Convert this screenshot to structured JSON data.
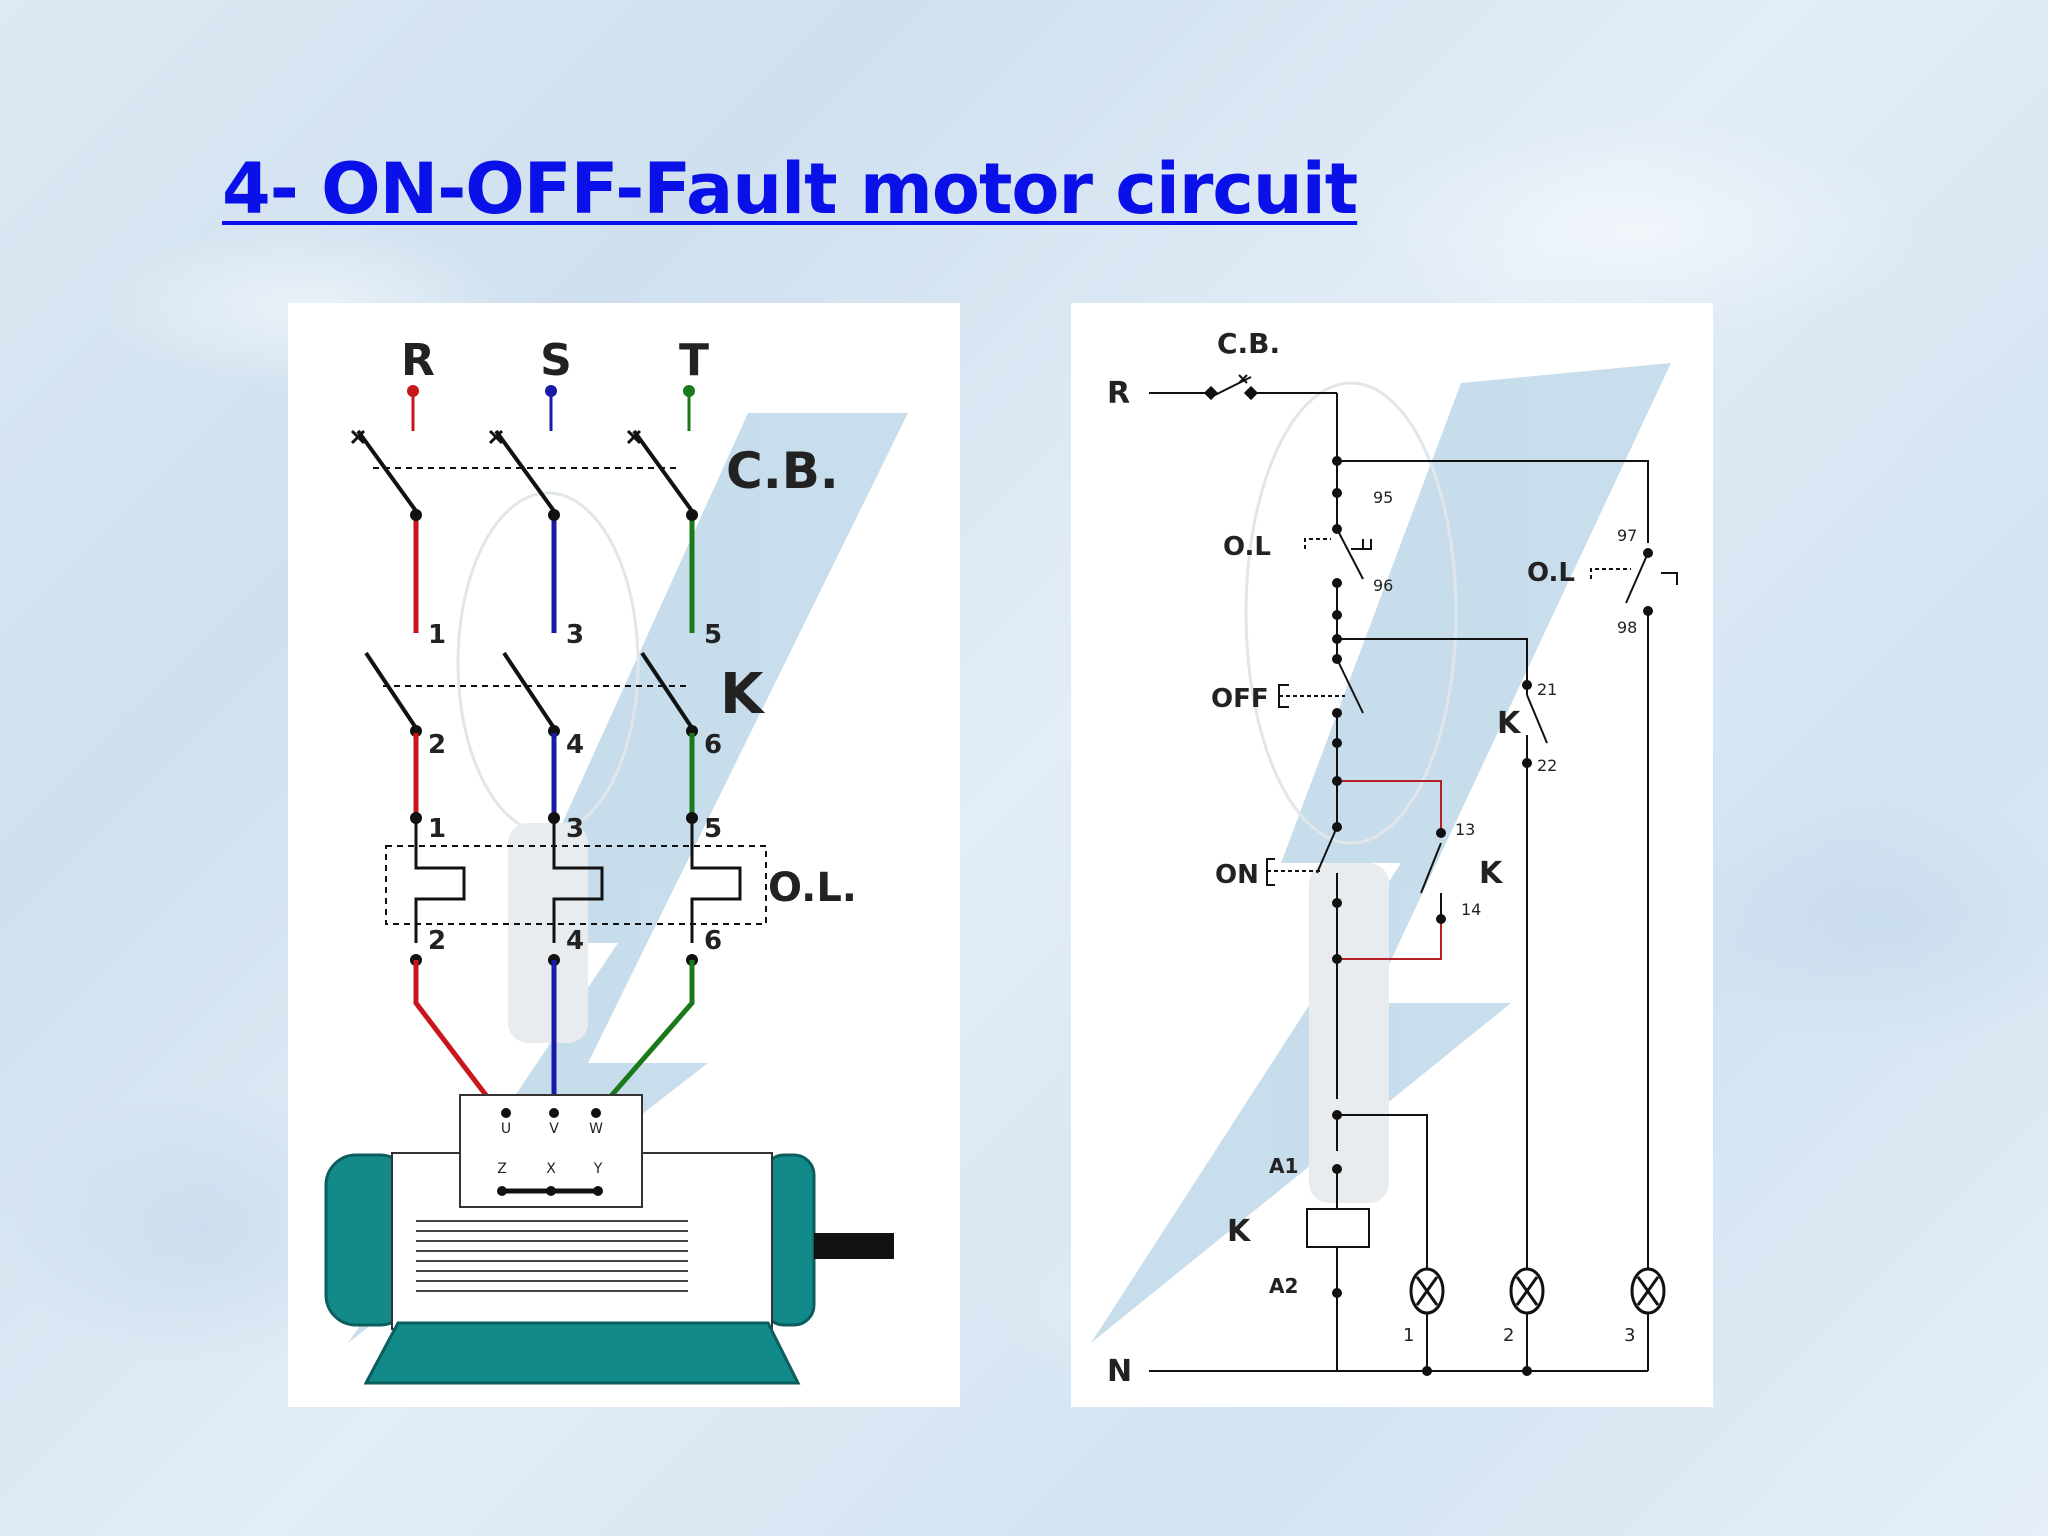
{
  "slide": {
    "title": "4- ON-OFF-Fault motor circuit"
  },
  "power_circuit": {
    "phases": [
      "R",
      "S",
      "T"
    ],
    "phase_colors": [
      "#c8161c",
      "#1a1aa8",
      "#1a7a1a"
    ],
    "breaker_label": "C.B.",
    "contactor_label": "K",
    "overload_label": "O.L.",
    "contactor_top_terminals": [
      "1",
      "3",
      "5"
    ],
    "contactor_bottom_terminals": [
      "2",
      "4",
      "6"
    ],
    "overload_top_terminals": [
      "1",
      "3",
      "5"
    ],
    "overload_bottom_terminals": [
      "2",
      "4",
      "6"
    ],
    "motor_terminals_top": [
      "U",
      "V",
      "W"
    ],
    "motor_terminals_bottom": [
      "Z",
      "X",
      "Y"
    ]
  },
  "control_circuit": {
    "line_label": "R",
    "neutral_label": "N",
    "breaker_label": "C.B.",
    "overload_nc_label": "O.L",
    "overload_nc_terminals": [
      "95",
      "96"
    ],
    "overload_no_label": "O.L",
    "overload_no_terminals": [
      "97",
      "98"
    ],
    "off_button_label": "OFF",
    "on_button_label": "ON",
    "holding_contact_label": "K",
    "holding_contact_terminals": [
      "13",
      "14"
    ],
    "nc_contact_label": "K",
    "nc_contact_terminals": [
      "21",
      "22"
    ],
    "coil_label": "K",
    "coil_terminals": [
      "A1",
      "A2"
    ],
    "lamps": [
      "1",
      "2",
      "3"
    ]
  },
  "colors": {
    "title": "#0a10e8",
    "motor_body": "#128a8a",
    "watermark": "#9cc3dd",
    "seal_circuit": "#b52025"
  }
}
